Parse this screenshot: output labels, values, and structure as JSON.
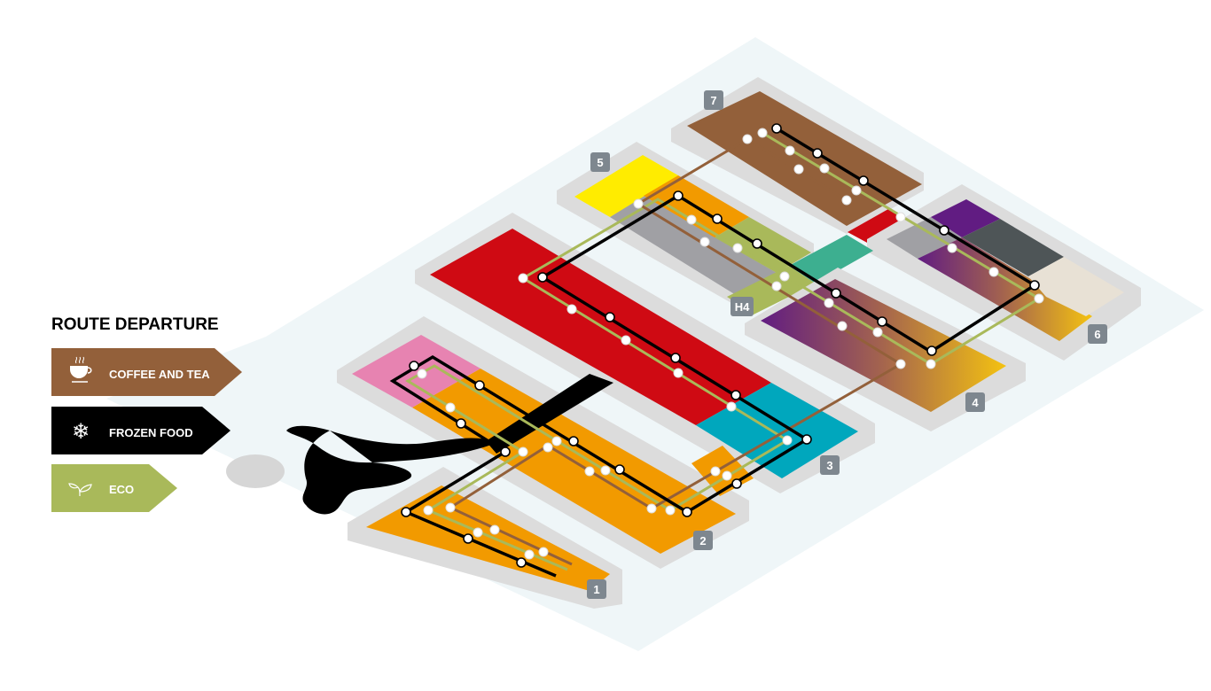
{
  "legend": {
    "title": "ROUTE DEPARTURE",
    "items": [
      {
        "label": "COFFEE AND TEA",
        "icon": "coffee-cup-icon",
        "color": "#93603a"
      },
      {
        "label": "FROZEN FOOD",
        "icon": "snowflake-icon",
        "color": "#000000"
      },
      {
        "label": "ECO",
        "icon": "leaf-sprout-icon",
        "color": "#a9b95a"
      }
    ]
  },
  "zones": {
    "z1": "1",
    "z2": "2",
    "z3": "3",
    "z4": "4",
    "z5": "5",
    "z6": "6",
    "z7": "7",
    "h4": "H4"
  },
  "colors": {
    "brown": "#93603a",
    "red": "#cf0a13",
    "orange": "#f29a00",
    "pink": "#e783b1",
    "cyan": "#00a7bd",
    "yellow": "#ffec00",
    "grey": "#a0a0a4",
    "green": "#a9b95a",
    "teal": "#3daf90",
    "purple": "#611c82",
    "darkgrey": "#4e5557",
    "beige": "#e8e1d5",
    "gold": "#f4c211",
    "badge": "#7e878f",
    "floor": "#eff6f8",
    "wall": "#dcdcdc"
  }
}
